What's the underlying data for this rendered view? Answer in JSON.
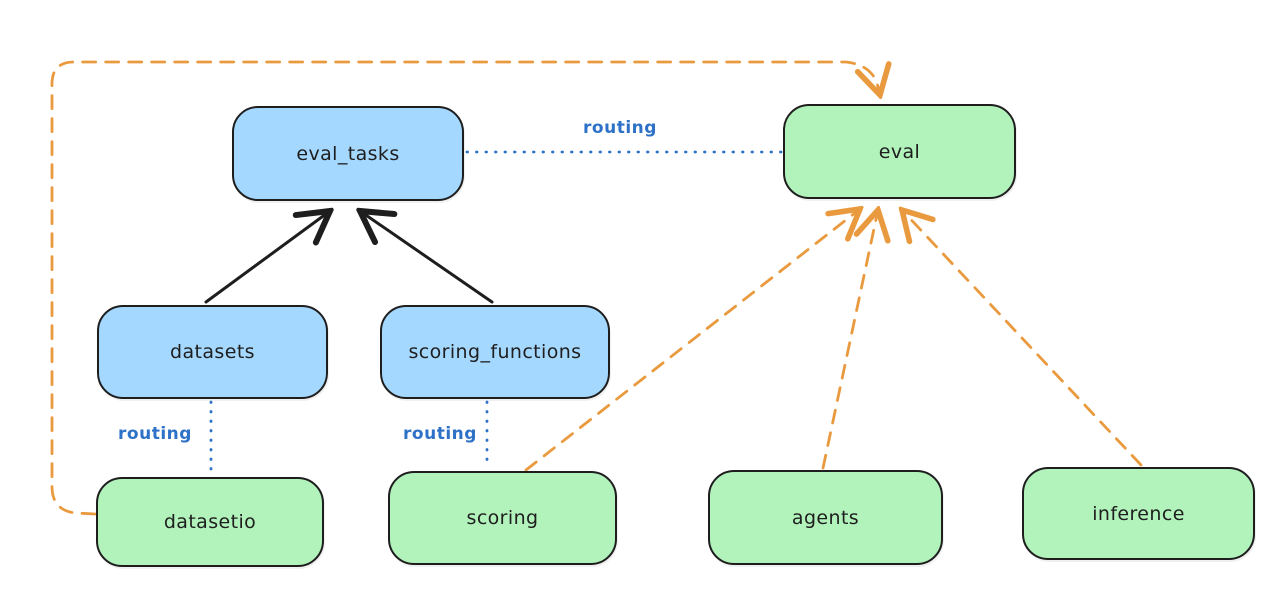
{
  "nodes": {
    "eval_tasks": {
      "label": "eval_tasks",
      "fill": "blue"
    },
    "eval": {
      "label": "eval",
      "fill": "green"
    },
    "datasets": {
      "label": "datasets",
      "fill": "blue"
    },
    "scoring_functions": {
      "label": "scoring_functions",
      "fill": "blue"
    },
    "datasetio": {
      "label": "datasetio",
      "fill": "green"
    },
    "scoring": {
      "label": "scoring",
      "fill": "green"
    },
    "agents": {
      "label": "agents",
      "fill": "green"
    },
    "inference": {
      "label": "inference",
      "fill": "green"
    }
  },
  "edge_labels": {
    "routing_eval_tasks_to_eval": "routing",
    "routing_datasets_to_datasetio": "routing",
    "routing_scoring_functions_to_scoring": "routing"
  },
  "edges": [
    {
      "from": "datasets",
      "to": "eval_tasks",
      "style": "solid",
      "color": "black",
      "arrow": true,
      "label": ""
    },
    {
      "from": "scoring_functions",
      "to": "eval_tasks",
      "style": "solid",
      "color": "black",
      "arrow": true,
      "label": ""
    },
    {
      "from": "eval_tasks",
      "to": "eval",
      "style": "dotted",
      "color": "blue",
      "arrow": false,
      "label": "routing"
    },
    {
      "from": "datasets",
      "to": "datasetio",
      "style": "dotted",
      "color": "blue",
      "arrow": false,
      "label": "routing"
    },
    {
      "from": "scoring_functions",
      "to": "scoring",
      "style": "dotted",
      "color": "blue",
      "arrow": false,
      "label": "routing"
    },
    {
      "from": "datasetio",
      "to": "eval",
      "style": "dashed",
      "color": "orange",
      "arrow": true,
      "label": ""
    },
    {
      "from": "scoring",
      "to": "eval",
      "style": "dashed",
      "color": "orange",
      "arrow": true,
      "label": ""
    },
    {
      "from": "agents",
      "to": "eval",
      "style": "dashed",
      "color": "orange",
      "arrow": true,
      "label": ""
    },
    {
      "from": "inference",
      "to": "eval",
      "style": "dashed",
      "color": "orange",
      "arrow": true,
      "label": ""
    }
  ],
  "colors": {
    "background": "#ffffff",
    "node_stroke": "#1e1e1e",
    "blue_fill": "#a5d8ff",
    "green_fill": "#b2f2bb",
    "routing_blue": "#2e72c8",
    "dashed_orange": "#ea9a3e",
    "solid_black": "#1e1e1e"
  }
}
